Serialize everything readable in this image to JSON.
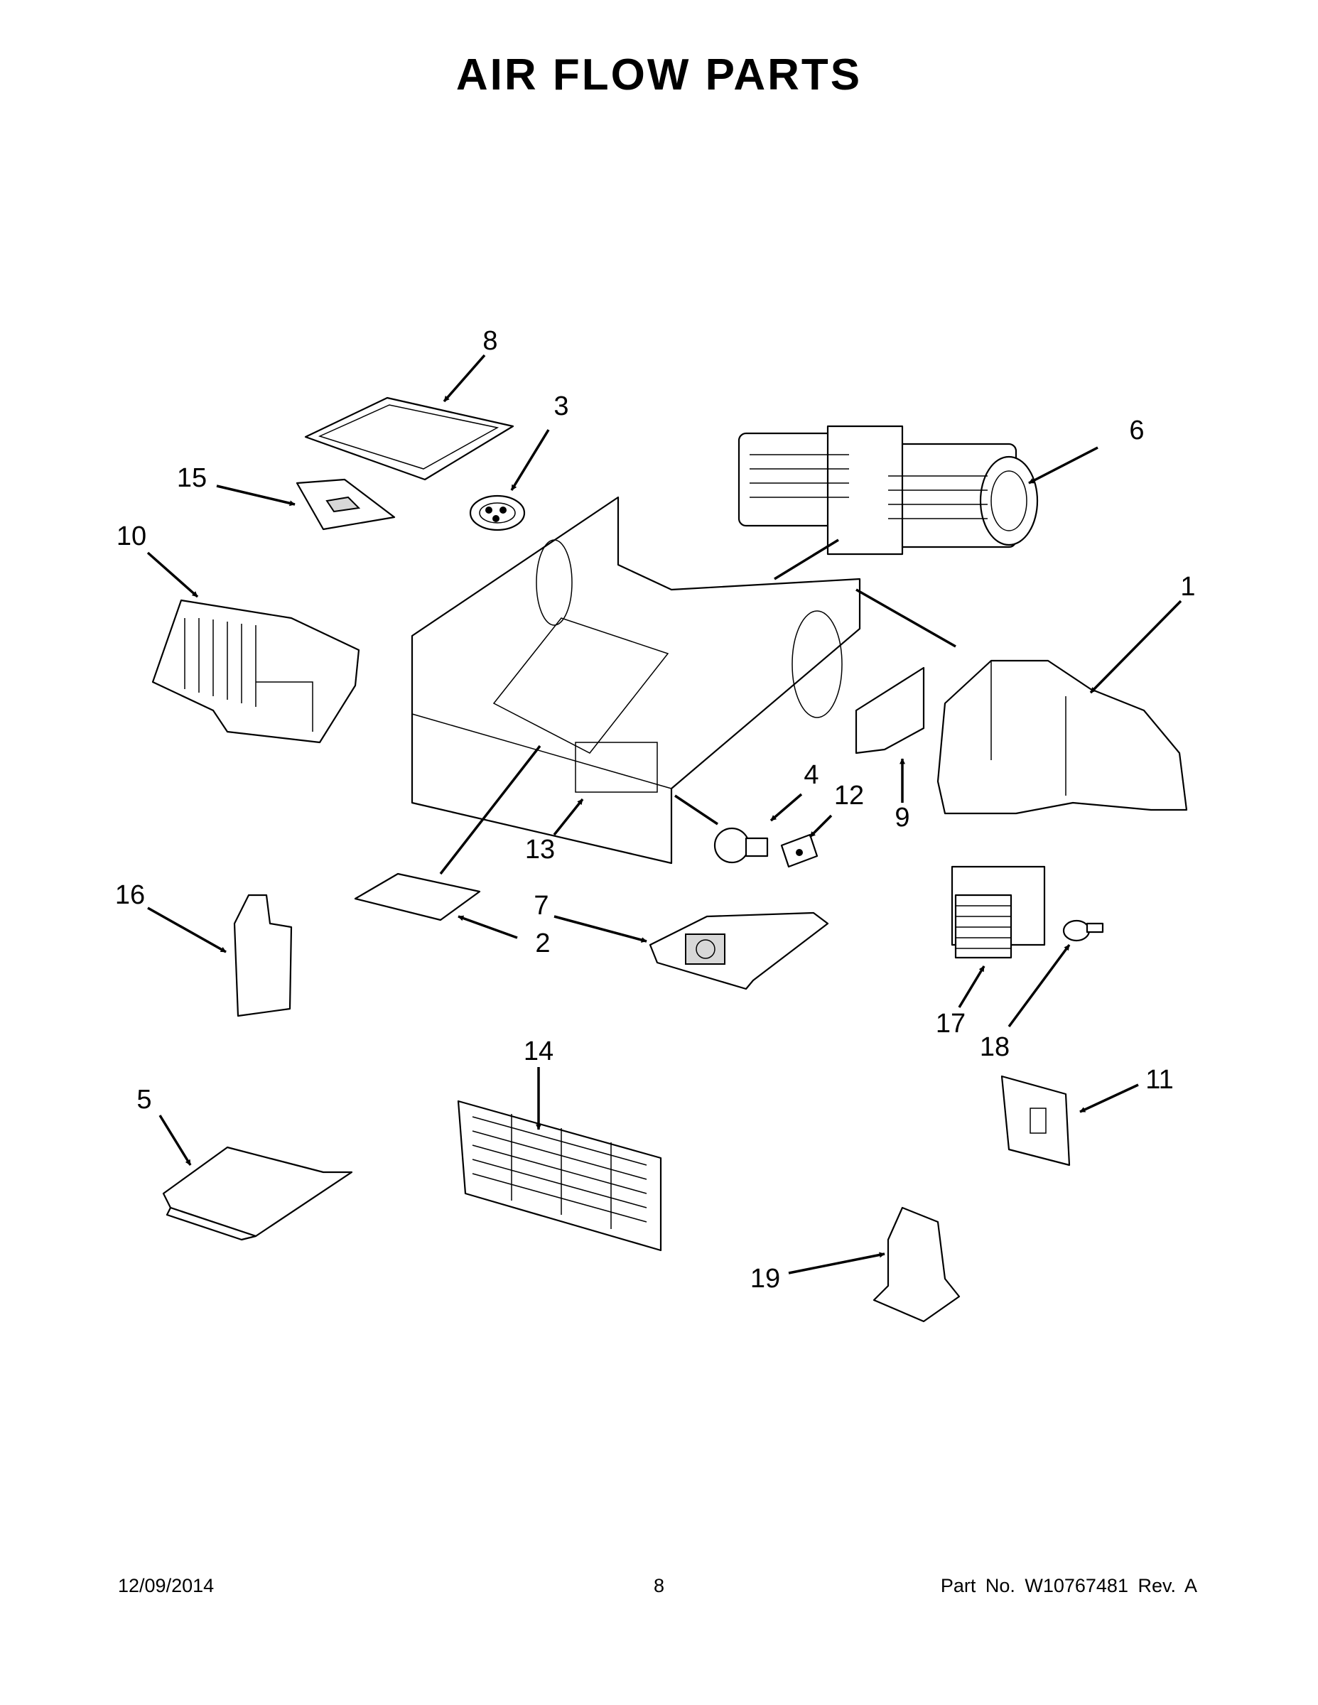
{
  "title": "AIR FLOW PARTS",
  "callouts": {
    "c1": "1",
    "c2": "2",
    "c3": "3",
    "c4": "4",
    "c5": "5",
    "c6": "6",
    "c7": "7",
    "c8": "8",
    "c9": "9",
    "c10": "10",
    "c11": "11",
    "c12": "12",
    "c13": "13",
    "c14": "14",
    "c15": "15",
    "c16": "16",
    "c17": "17",
    "c18": "18",
    "c19": "19"
  },
  "footer": {
    "date": "12/09/2014",
    "page": "8",
    "part_no": "Part No.  W10767481  Rev.  A"
  }
}
